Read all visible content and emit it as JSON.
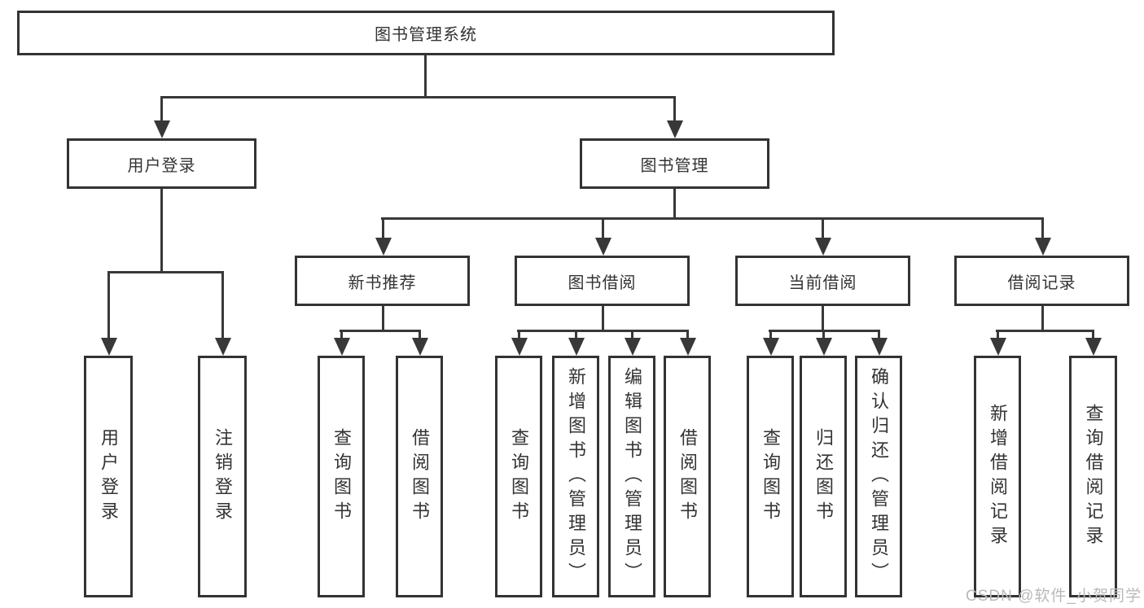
{
  "tree": {
    "label": "图书管理系统",
    "children": [
      {
        "label": "用户登录",
        "children": [
          {
            "label": "用户登录"
          },
          {
            "label": "注销登录"
          }
        ]
      },
      {
        "label": "图书管理",
        "children": [
          {
            "label": "新书推荐",
            "children": [
              {
                "label": "查询图书"
              },
              {
                "label": "借阅图书"
              }
            ]
          },
          {
            "label": "图书借阅",
            "children": [
              {
                "label": "查询图书"
              },
              {
                "label": "新增图书（管理员）"
              },
              {
                "label": "编辑图书（管理员）"
              },
              {
                "label": "借阅图书"
              }
            ]
          },
          {
            "label": "当前借阅",
            "children": [
              {
                "label": "查询图书"
              },
              {
                "label": "归还图书"
              },
              {
                "label": "确认归还（管理员）"
              }
            ]
          },
          {
            "label": "借阅记录",
            "children": [
              {
                "label": "新增借阅记录"
              },
              {
                "label": "查询借阅记录"
              }
            ]
          }
        ]
      }
    ]
  },
  "watermark": {
    "text": "CSDN @软件_小贺同学"
  },
  "colors": {
    "line": "#383838",
    "box_border": "#333333",
    "text": "#333333",
    "background": "#ffffff",
    "watermark": "#b9b9b9"
  }
}
